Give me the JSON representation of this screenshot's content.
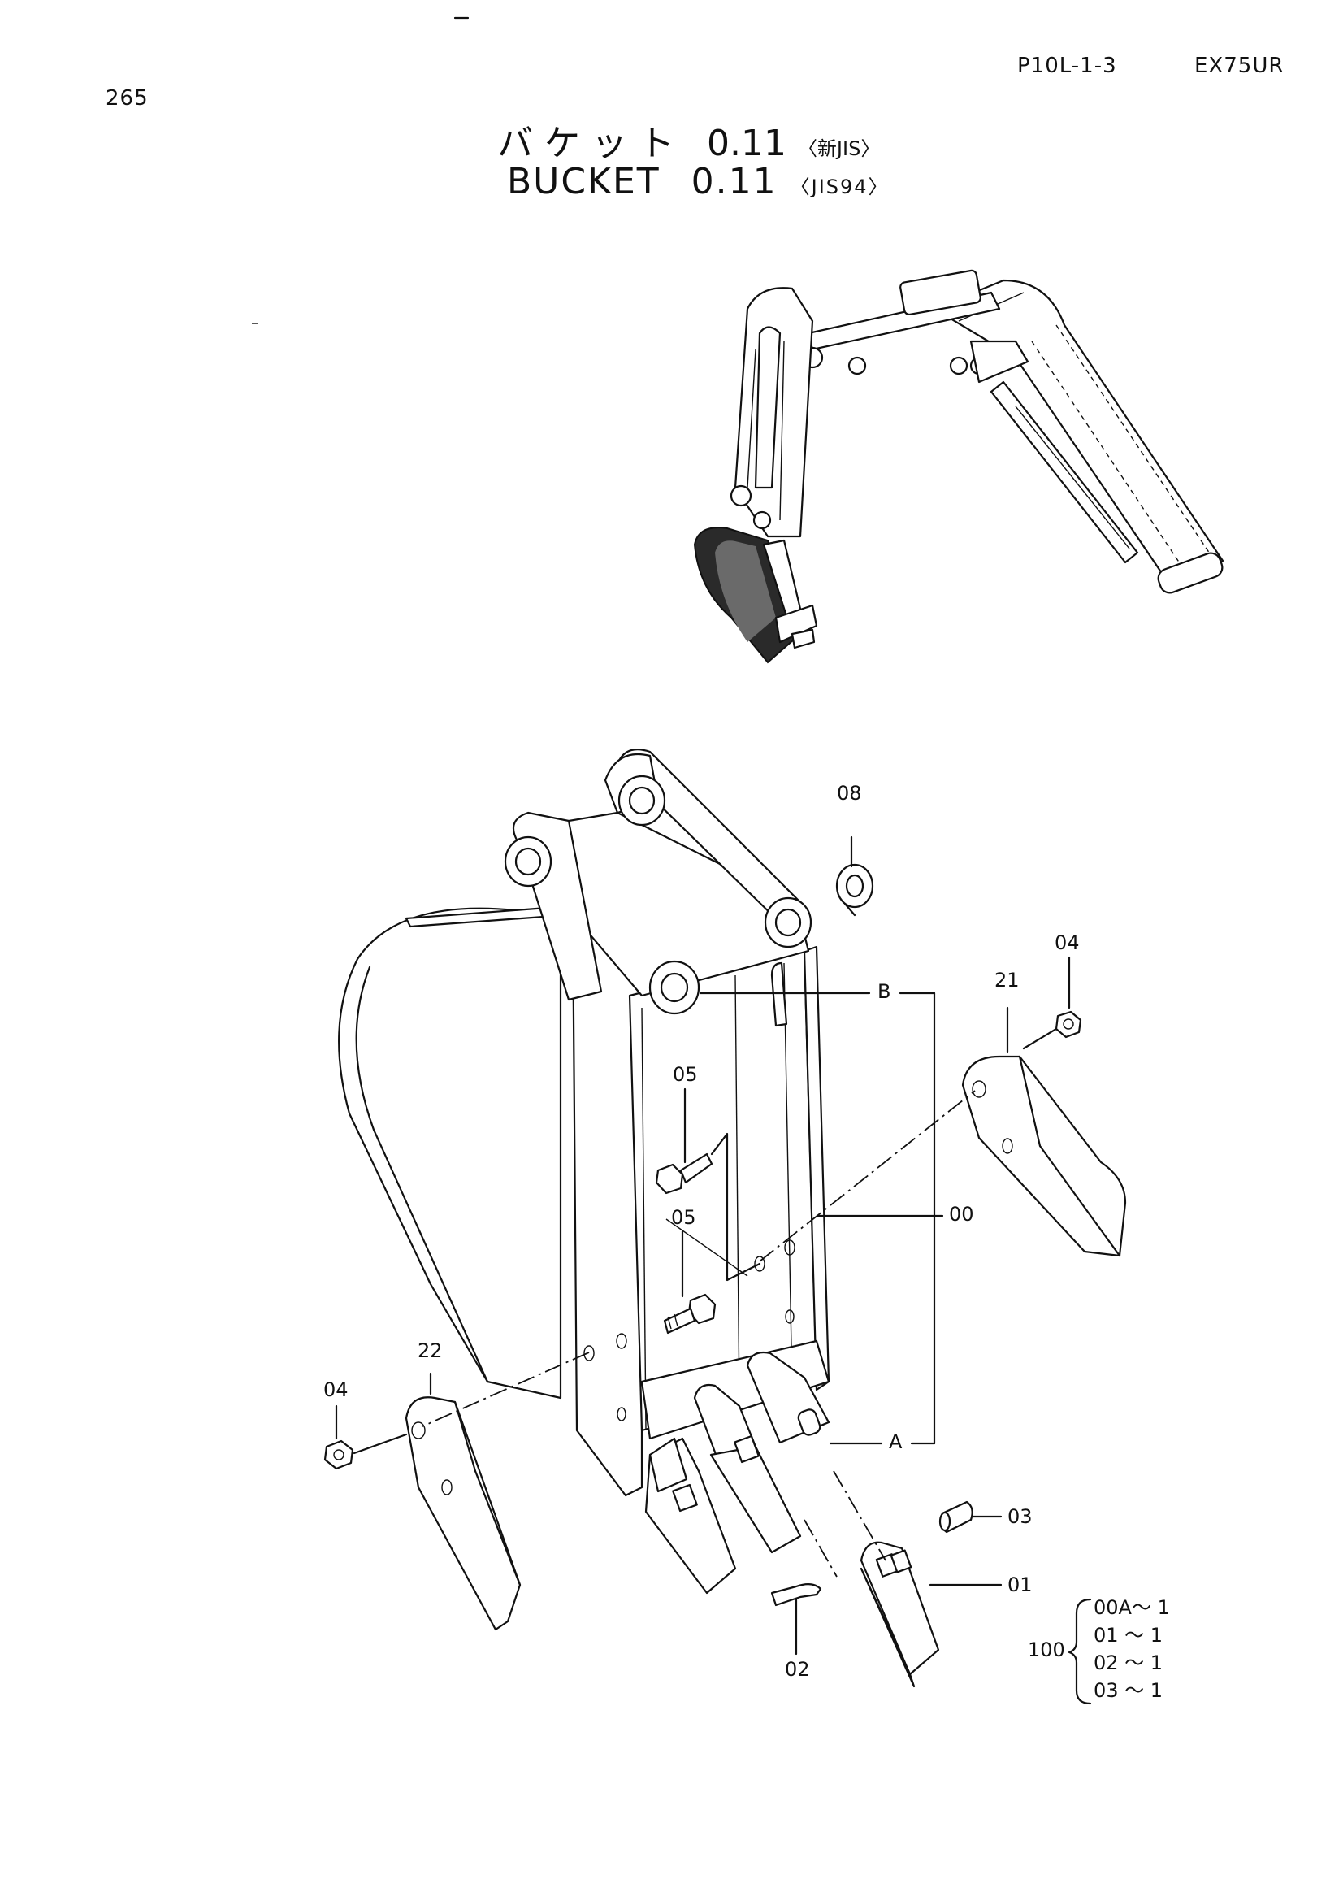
{
  "header": {
    "ref": "P10L-1-3",
    "model": "EX75UR",
    "page_number": "265"
  },
  "title": {
    "jp_main": "バ ケ ッ ト",
    "jp_size": "0.11",
    "jp_std": "〈新JIS〉",
    "en_main": "BUCKET",
    "en_size": "0.11",
    "en_std": "〈JIS94〉"
  },
  "callouts": {
    "p08": "08",
    "p04_right": "04",
    "p21": "21",
    "pB": "B",
    "p05_upper": "05",
    "p00": "00",
    "p05_lower": "05",
    "p22": "22",
    "p04_left": "04",
    "pA": "A",
    "p03": "03",
    "p01": "01",
    "p02": "02"
  },
  "kit": {
    "number": "100",
    "items": [
      "00A～ 1",
      "01  ～ 1",
      "02  ～ 1",
      "03  ～ 1"
    ]
  }
}
